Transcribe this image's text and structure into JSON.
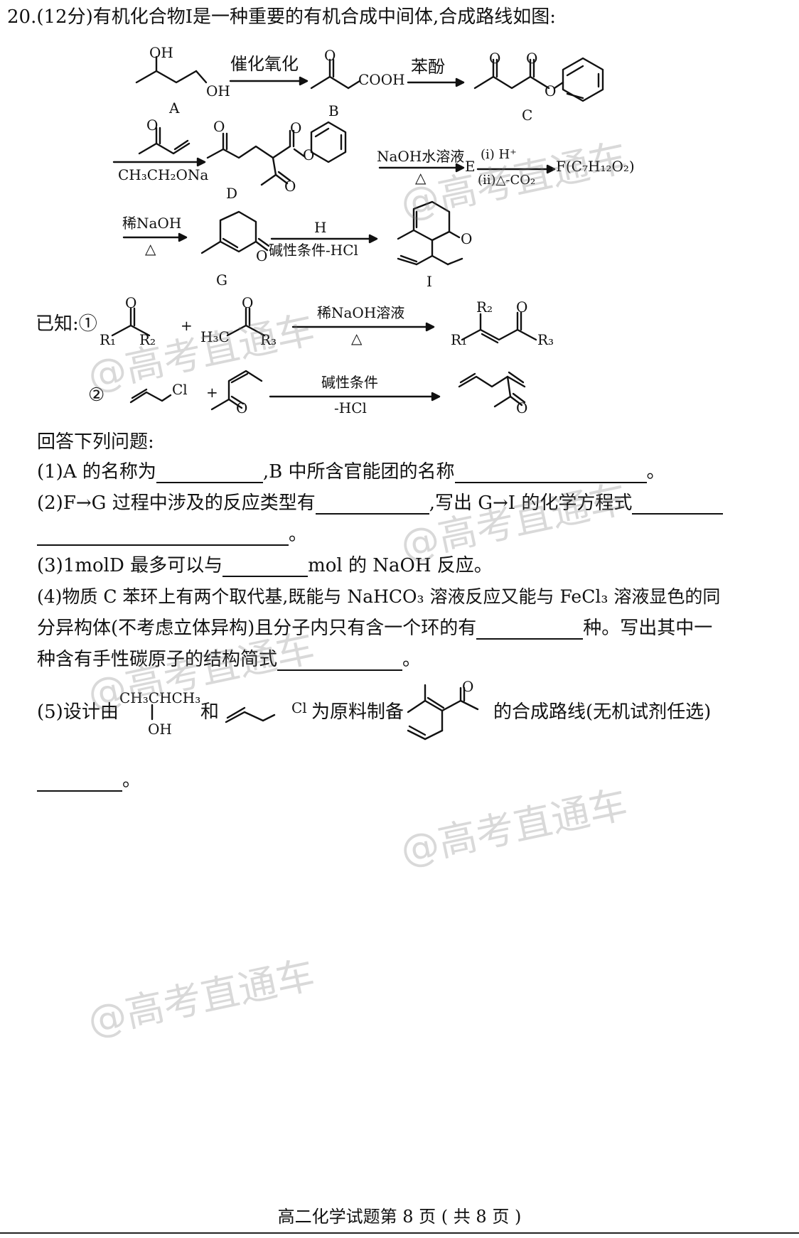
{
  "question": {
    "header": "20.(12分)有机化合物Ⅰ是一种重要的有机合成中间体,合成路线如图:"
  },
  "scheme": {
    "arrow1_label": "催化氧化",
    "arrow2_label": "苯酚",
    "arrow3_below": "CH₃CH₂ONa",
    "arrow4_label": "NaOH水溶液",
    "arrow4_below": "△",
    "arrow5_top": "(i) H⁺",
    "arrow5_bottom": "(ii)△-CO₂",
    "product_E": "E",
    "product_F": "F(C₇H₁₂O₂)",
    "arrow6_label": "稀NaOH",
    "arrow6_below": "△",
    "arrow7_label": "H",
    "arrow7_below": "碱性条件-HCl",
    "labels": {
      "A": "A",
      "B": "B",
      "C": "C",
      "D": "D",
      "G": "G",
      "I": "I"
    },
    "atoms": {
      "oh": "OH",
      "cooh": "COOH",
      "o": "O"
    }
  },
  "known": {
    "prefix": "已知:①",
    "r1_arrow_label": "稀NaOH溶液",
    "r1_arrow_below": "△",
    "plus": "+",
    "h3c": "H₃C",
    "r1": "R₁",
    "r2": "R₂",
    "r3": "R₃",
    "circle2": "②",
    "cl": "Cl",
    "r2_arrow_label": "碱性条件",
    "r2_arrow_below": "-HCl"
  },
  "questions": {
    "intro": "回答下列问题:",
    "q1a": "(1)A 的名称为",
    "q1b": ",B 中所含官能团的名称",
    "q1c": "。",
    "q2a": "(2)F→G 过程中涉及的反应类型有",
    "q2b": ",写出 G→I 的化学方程式",
    "q2c": "。",
    "q3a": "(3)1molD 最多可以与",
    "q3b": "mol 的 NaOH 反应。",
    "q4a": "(4)物质 C 苯环上有两个取代基,既能与 NaHCO₃ 溶液反应又能与 FeCl₃ 溶液显色的同",
    "q4b": "分异构体(不考虑立体异构)且分子内只有含一个环的有",
    "q4c": "种。写出其中一",
    "q4d": "种含有手性碳原子的结构简式",
    "q4e": "。",
    "q5a": "(5)设计由",
    "q5_reagent_top": "CH₃CHCH₃",
    "q5_reagent_bottom": "OH",
    "q5b": "和",
    "q5c": "为原料制备",
    "q5d": "的合成路线(无机试剂任选)",
    "q5e": "。"
  },
  "watermark": "@高考直通车",
  "footer": "高二化学试题第 8 页 ( 共 8 页 )"
}
